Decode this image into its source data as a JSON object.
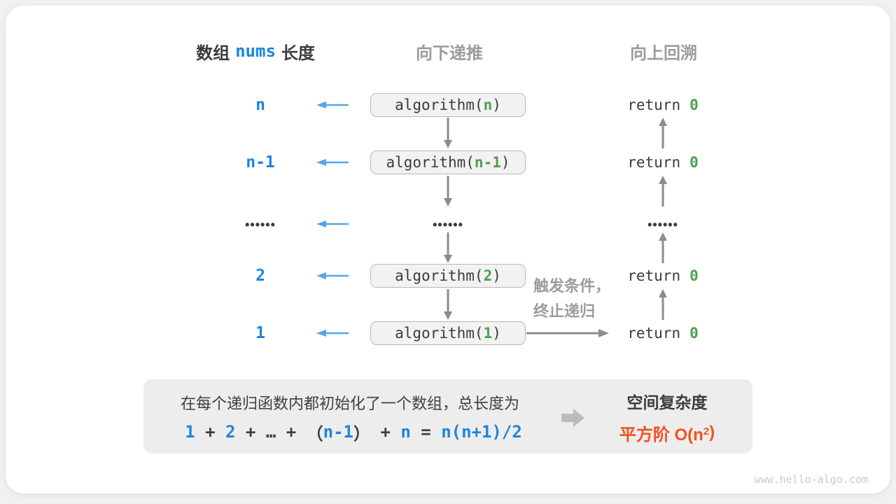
{
  "palette": {
    "blue": "#1c85dd",
    "light_blue_arrow": "#55a5ec",
    "green": "#4f9d50",
    "orange": "#f4511e",
    "dark_text": "#3b3b3b",
    "gray_text": "#9c9c9c",
    "arrow_gray": "#8c8c8c",
    "box_fill": "#f2f2f2",
    "box_border": "#b9b9b9",
    "panel_fill": "#ededed"
  },
  "headers": {
    "array_prefix": "数组",
    "array_var": "nums",
    "array_suffix": "长度",
    "recurse_down": "向下递推",
    "backtrack_up": "向上回溯"
  },
  "shared": {
    "call_prefix": "algorithm(",
    "call_suffix": ")",
    "return_keyword": "return",
    "return_value": "0"
  },
  "rows": [
    {
      "length": "n",
      "arg": "n"
    },
    {
      "length": "n-1",
      "arg": "n-1"
    },
    {
      "ellipsis": "••••••"
    },
    {
      "length": "2",
      "arg": "2"
    },
    {
      "length": "1",
      "arg": "1"
    }
  ],
  "trigger": {
    "line1": "触发条件，",
    "line2": "终止递归"
  },
  "summary": {
    "line1": "在每个递归函数内都初始化了一个数组，总长度为",
    "formula": [
      {
        "text": "1",
        "color": "blue"
      },
      {
        "text": " + ",
        "color": "dark"
      },
      {
        "text": "2",
        "color": "blue"
      },
      {
        "text": " + ",
        "color": "dark"
      },
      {
        "text": "…",
        "color": "dark"
      },
      {
        "text": " + ",
        "color": "dark"
      },
      {
        "text": "（",
        "color": "dark"
      },
      {
        "text": "n-1",
        "color": "blue"
      },
      {
        "text": "）",
        "color": "dark"
      },
      {
        "text": " + ",
        "color": "dark"
      },
      {
        "text": "n",
        "color": "blue"
      },
      {
        "text": " = ",
        "color": "dark"
      },
      {
        "text": "n(n+1)/2",
        "color": "blue"
      }
    ],
    "result_title": "空间复杂度",
    "result_prefix": "平方阶 O(n",
    "result_sup": "2",
    "result_suffix": ")"
  },
  "footer": {
    "site": "www.hello-algo.com"
  }
}
